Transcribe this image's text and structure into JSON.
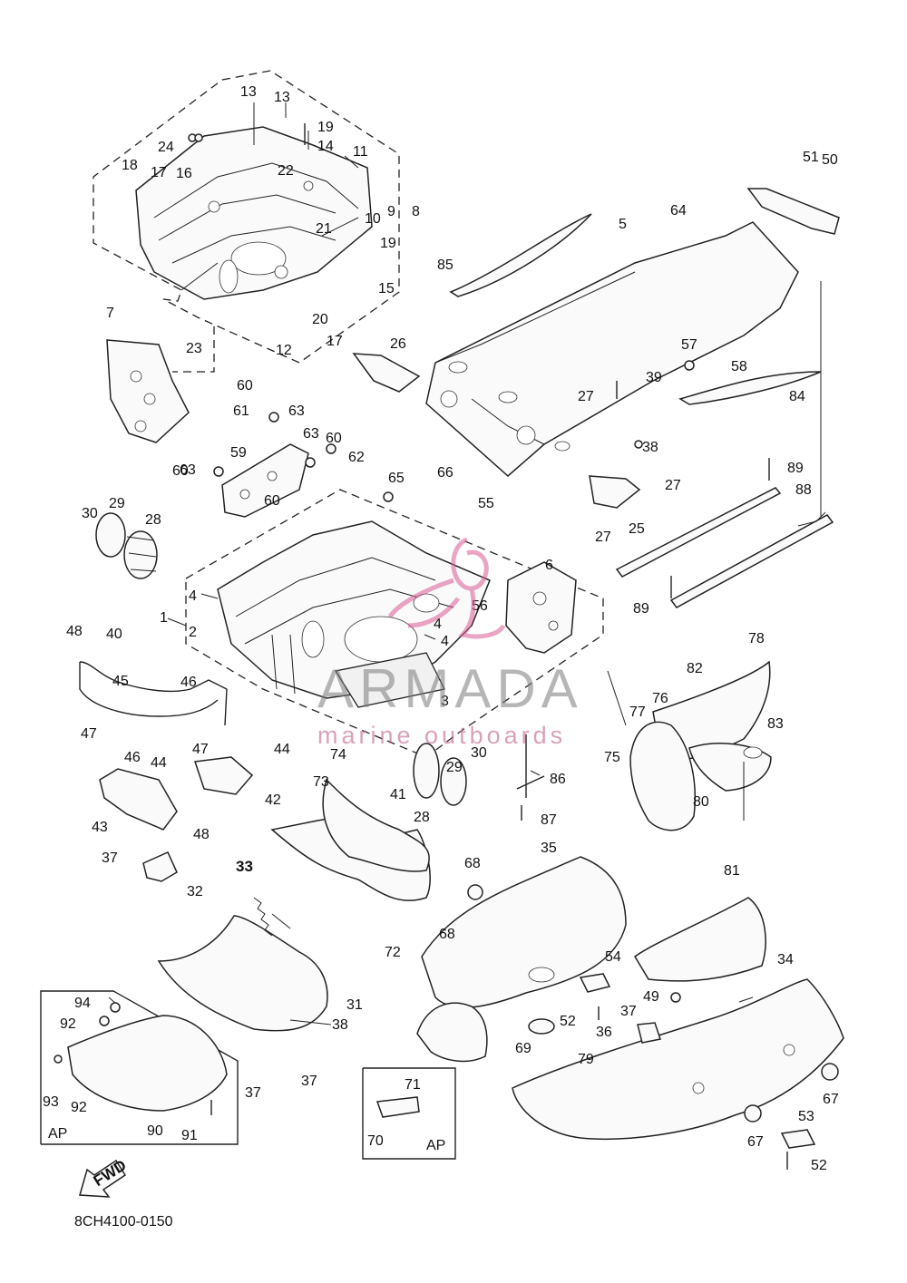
{
  "diagram": {
    "part_numbers": [
      "1",
      "2",
      "3",
      "4",
      "4",
      "4",
      "5",
      "6",
      "7",
      "8",
      "9",
      "10",
      "11",
      "12",
      "13",
      "13",
      "14",
      "15",
      "16",
      "17",
      "17",
      "18",
      "19",
      "19",
      "20",
      "21",
      "22",
      "23",
      "24",
      "25",
      "26",
      "27",
      "27",
      "27",
      "28",
      "28",
      "29",
      "29",
      "30",
      "30",
      "31",
      "32",
      "33",
      "34",
      "35",
      "36",
      "37",
      "37",
      "37",
      "37",
      "38",
      "38",
      "39",
      "40",
      "41",
      "42",
      "43",
      "44",
      "44",
      "45",
      "46",
      "46",
      "47",
      "47",
      "48",
      "48",
      "49",
      "50",
      "51",
      "52",
      "52",
      "53",
      "54",
      "55",
      "56",
      "57",
      "58",
      "59",
      "60",
      "60",
      "60",
      "60",
      "61",
      "62",
      "63",
      "63",
      "63",
      "64",
      "65",
      "66",
      "67",
      "67",
      "68",
      "68",
      "69",
      "70",
      "71",
      "72",
      "73",
      "74",
      "75",
      "76",
      "77",
      "78",
      "79",
      "80",
      "81",
      "82",
      "83",
      "84",
      "85",
      "86",
      "87",
      "88",
      "89",
      "89",
      "90",
      "91",
      "92",
      "92",
      "93",
      "94"
    ],
    "variant_label_ap_1": "AP",
    "variant_label_ap_2": "AP",
    "direction_label": "FWD",
    "drawing_code": "8CH4100-0150"
  },
  "watermark": {
    "brand": "ARMADA",
    "tagline": "marine outboards",
    "logo_color": "#d85b93"
  }
}
